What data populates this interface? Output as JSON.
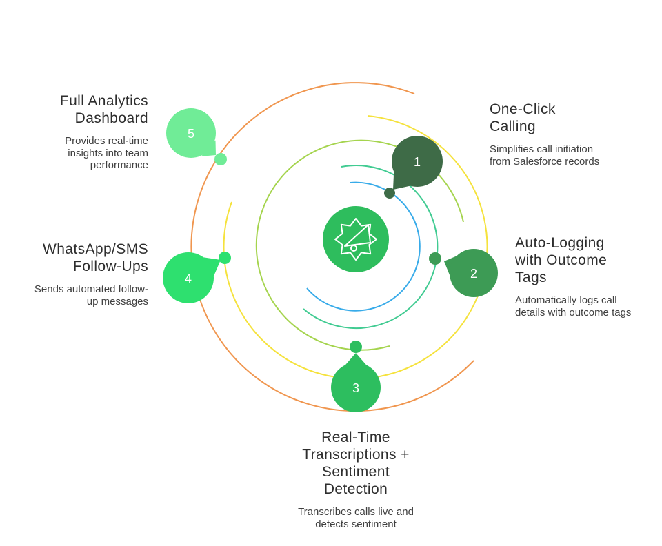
{
  "background": "#ffffff",
  "center_icon": {
    "name": "gear-megaphone-icon",
    "fill": "#2ebd5d",
    "stroke": "#ffffff"
  },
  "arcs": {
    "orange": "#f0964f",
    "yellow": "#f5e23d",
    "yellow_green": "#a5d44e",
    "teal": "#41cb92",
    "blue": "#38abe9"
  },
  "text_colors": {
    "title": "#2e2e2e",
    "description": "#404040"
  },
  "items": [
    {
      "number": "1",
      "bubble_color": "#3e6b47",
      "dot_color": "#3e6b47",
      "title": "One-Click\nCalling",
      "description": "Simplifies call initiation\nfrom Salesforce records"
    },
    {
      "number": "2",
      "bubble_color": "#3d9b55",
      "dot_color": "#3d9b55",
      "title": "Auto-Logging\nwith Outcome\nTags",
      "description": "Automatically logs call\ndetails with outcome tags"
    },
    {
      "number": "3",
      "bubble_color": "#2dbe5f",
      "dot_color": "#2dbe5f",
      "title": "Real-Time\nTranscriptions +\nSentiment\nDetection",
      "description": "Transcribes calls live and\ndetects sentiment"
    },
    {
      "number": "4",
      "bubble_color": "#2ee06f",
      "dot_color": "#2ee06f",
      "title": "WhatsApp/SMS\nFollow-Ups",
      "description": "Sends automated follow-\nup messages"
    },
    {
      "number": "5",
      "bubble_color": "#70ec97",
      "dot_color": "#70ec97",
      "title": "Full Analytics\nDashboard",
      "description": "Provides real-time\ninsights into team\nperformance"
    }
  ]
}
